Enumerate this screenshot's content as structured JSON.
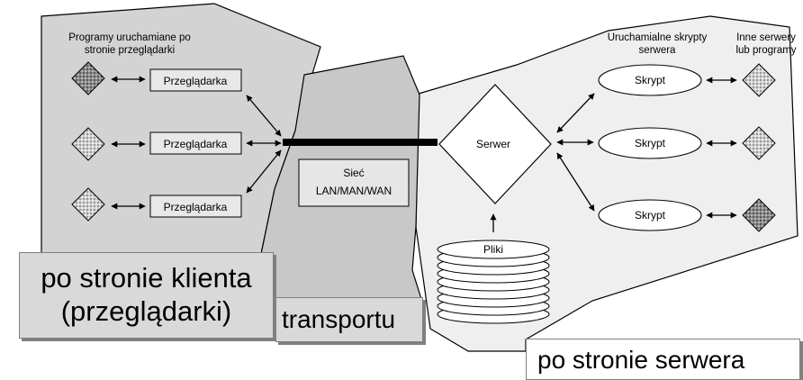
{
  "client_zone": {
    "header": [
      "Programy uruchamiane po",
      "stronie przeglądarki"
    ],
    "browsers": [
      "Przeglądarka",
      "Przeglądarka",
      "Przeglądarka"
    ],
    "label_lines": [
      "po stronie klienta",
      "(przeglądarki)"
    ]
  },
  "network": {
    "lines": [
      "Sieć",
      "LAN/MAN/WAN"
    ],
    "label": "transportu"
  },
  "server_zone": {
    "scripts_header": [
      "Uruchamialne skrypty",
      "serwera"
    ],
    "others_header": [
      "Inne serwery",
      "lub programy"
    ],
    "server": "Serwer",
    "files": "Pliki",
    "scripts": [
      "Skrypt",
      "Skrypt",
      "Skrypt"
    ],
    "label": "po stronie serwera"
  },
  "colors": {
    "client_fill": "#d3d3d3",
    "network_fill": "#c8c8c8",
    "server_fill": "#efefef",
    "diamond_dark": "#8c8c8c",
    "diamond_light": "#c4c4c4"
  }
}
